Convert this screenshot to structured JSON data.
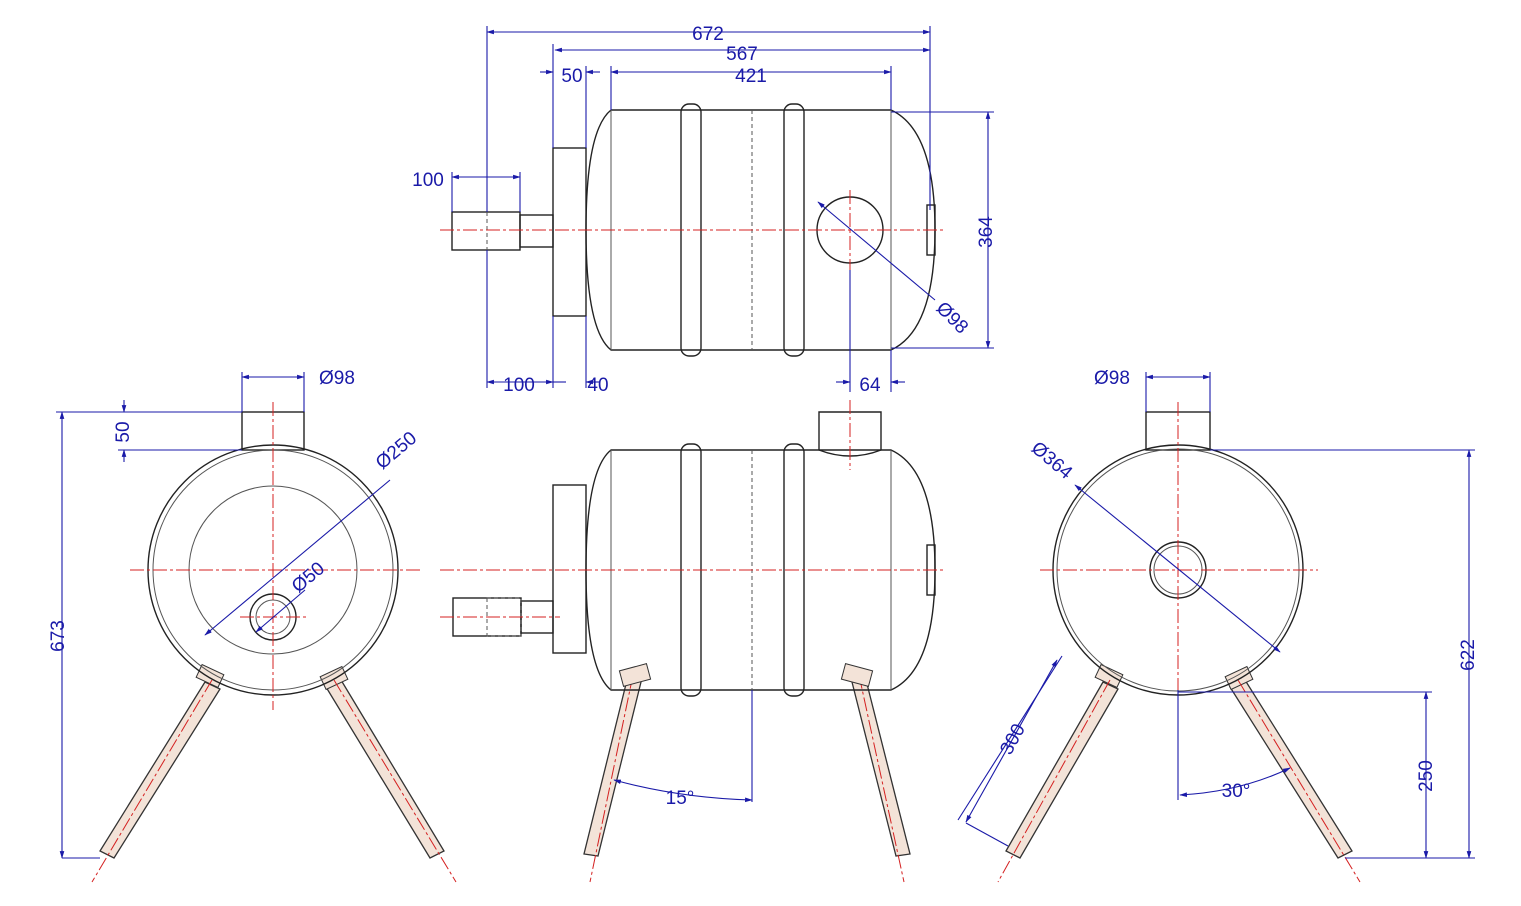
{
  "drawing": {
    "views": [
      "top-view",
      "left-end-view",
      "front-view",
      "right-end-view"
    ],
    "dimensions": {
      "top_overall_length": "672",
      "top_body_length": "567",
      "top_shell_length": "421",
      "top_flange_offset": "50",
      "top_pipe_length": "100",
      "top_diameter": "364",
      "top_hole_diameter": "Ø98",
      "top_bottom_pipe": "100",
      "top_bottom_flange": "40",
      "top_hole_offset": "64",
      "left_port_diameter": "Ø98",
      "left_port_height": "50",
      "left_outer_diameter": "Ø250",
      "left_inner_diameter": "Ø50",
      "left_overall_height": "673",
      "front_leg_angle": "15°",
      "right_port_diameter": "Ø98",
      "right_diameter": "Ø364",
      "right_leg_length": "300",
      "right_leg_angle": "30°",
      "right_leg_height": "250",
      "right_overall_height": "622"
    },
    "colors": {
      "dimension": "#1a1aa8",
      "centerline": "#d42020",
      "edge": "#222222",
      "leg_fill": "#f3e3d8"
    }
  }
}
